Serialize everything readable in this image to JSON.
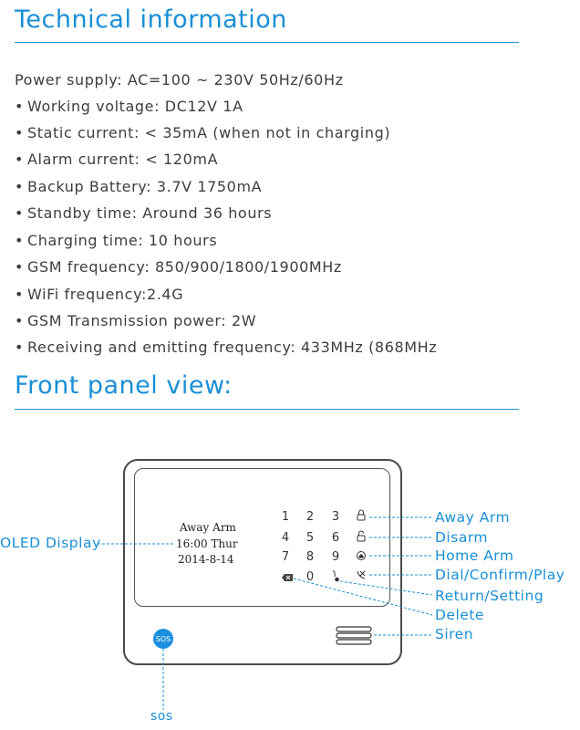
{
  "section1": {
    "title": "Technical information"
  },
  "specs": [
    "Power supply: AC=100 ~ 230V 50Hz/60Hz",
    "Working voltage: DC12V 1A",
    "Static current: < 35mA (when not in charging)",
    "Alarm current: < 120mA",
    "Backup Battery: 3.7V 1750mA",
    "Standby time: Around 36 hours",
    "Charging time: 10 hours",
    "GSM frequency: 850/900/1800/1900MHz",
    "WiFi frequency:2.4G",
    "GSM Transmission power: 2W",
    "Receiving and emitting frequency: 433MHz (868MHz"
  ],
  "section2": {
    "title": "Front panel view:"
  },
  "oled": {
    "line1": "Away Arm",
    "line2": "16:00 Thur",
    "line3": "2014-8-14"
  },
  "keypad": {
    "row1": [
      "1",
      "2",
      "3"
    ],
    "row2": [
      "4",
      "5",
      "6"
    ],
    "row3": [
      "7",
      "8",
      "9"
    ],
    "row4_mid": "0",
    "sos": "SOS"
  },
  "callouts": {
    "oled_display": "OLED Display",
    "away_arm": "Away Arm",
    "disarm": "Disarm",
    "home_arm": "Home Arm",
    "dial": "Dial/Confirm/Play",
    "return": "Return/Setting",
    "delete": "Delete",
    "siren": "Siren",
    "sos": "sos"
  },
  "colors": {
    "accent": "#1a8fd6",
    "text": "#3e3e3e"
  }
}
